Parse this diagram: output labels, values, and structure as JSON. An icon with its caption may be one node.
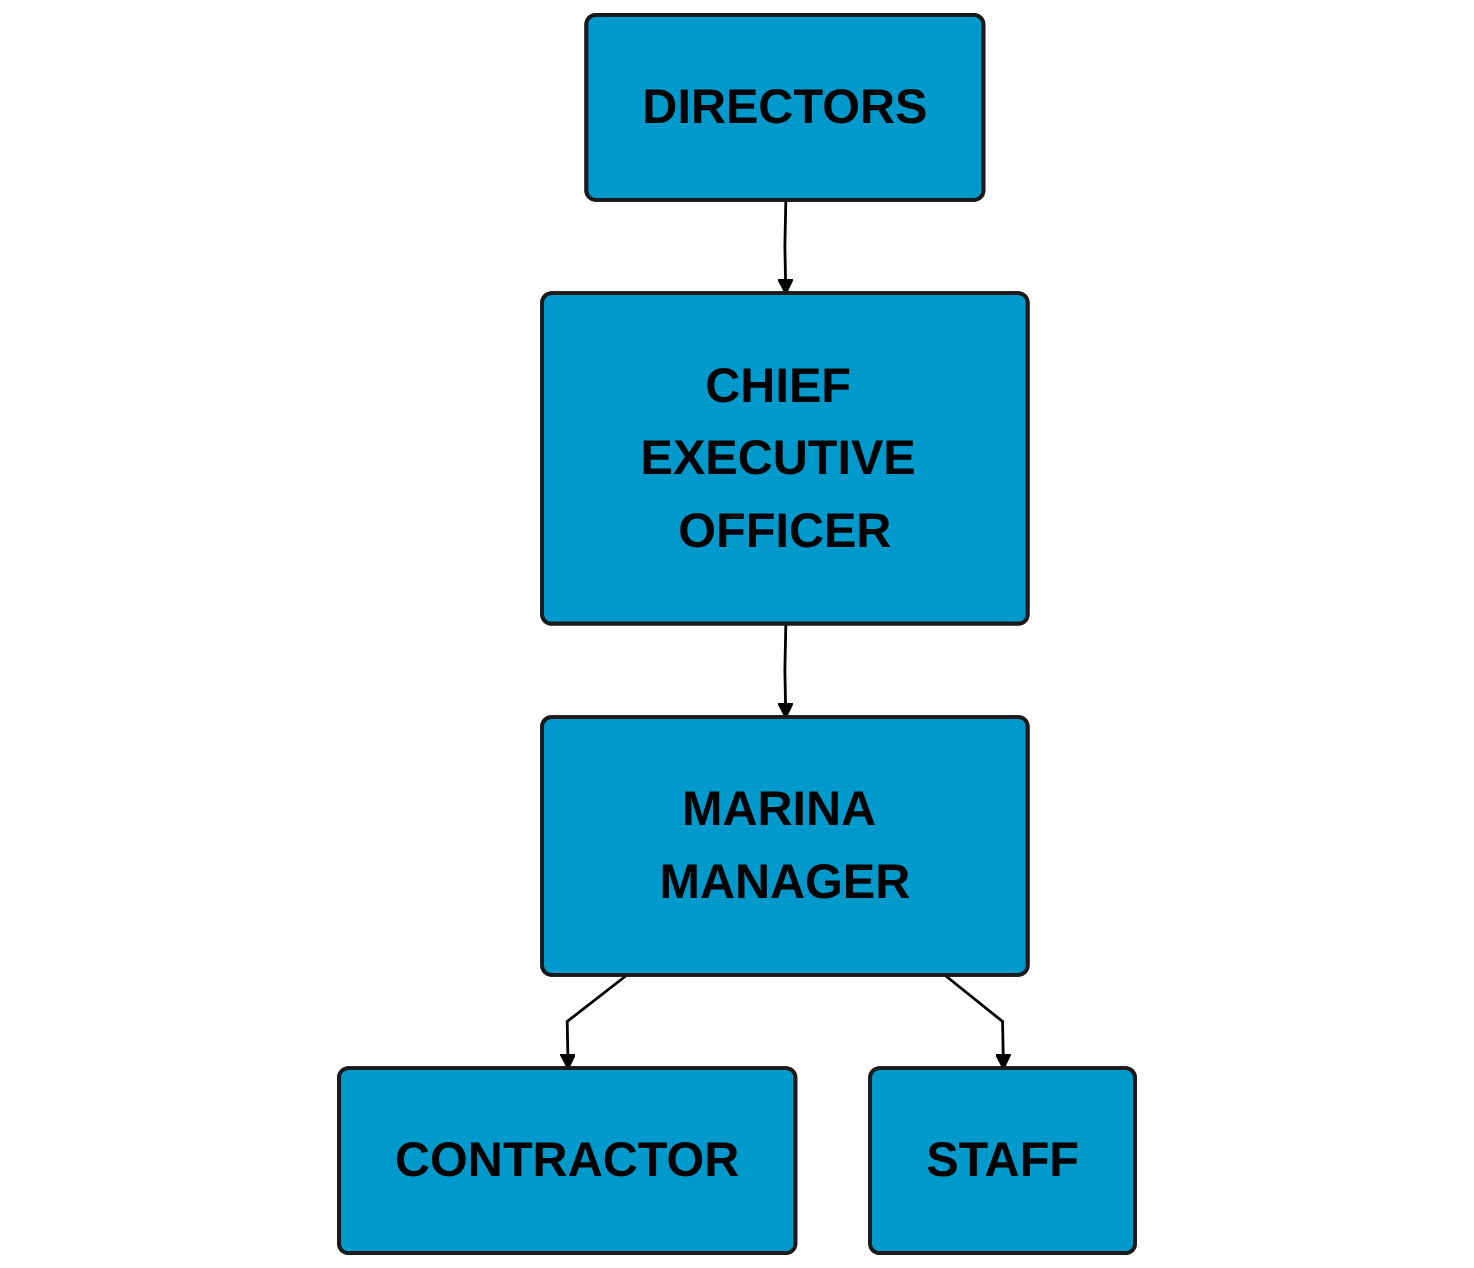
{
  "diagram": {
    "nodes": [
      {
        "text": [
          "DIRECTORS"
        ]
      },
      {
        "text": [
          "CHIEF EXECUTIVE OFFICER"
        ]
      },
      {
        "text": [
          "MARINA MANAGER"
        ]
      },
      {
        "text": [
          "CONTRACTOR"
        ]
      },
      {
        "text": [
          "STAFF"
        ]
      }
    ],
    "edges": [
      {
        "from": 0,
        "to": 1,
        "arrow": "to"
      },
      {
        "from": 1,
        "to": 2,
        "arrow": "to"
      },
      {
        "from": 2,
        "to": 3,
        "arrow": "to"
      },
      {
        "from": 2,
        "to": 4,
        "arrow": "to"
      }
    ]
  }
}
